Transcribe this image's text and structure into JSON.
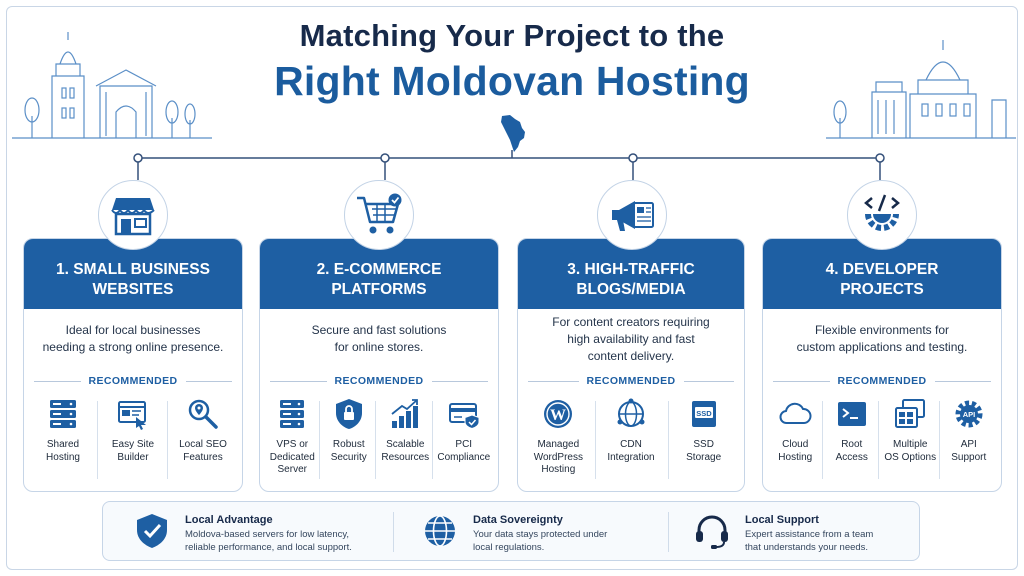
{
  "header": {
    "title_line1": "Matching Your Project to the",
    "title_line2": "Right Moldovan Hosting"
  },
  "colors": {
    "primary_blue": "#1e5fa3",
    "navy": "#172a4a",
    "line": "#c6d5e7"
  },
  "recommended_label": "RECOMMENDED",
  "cards": [
    {
      "icon": "storefront-icon",
      "title_line1": "1. SMALL BUSINESS",
      "title_line2": "WEBSITES",
      "desc_line1": "Ideal for local businesses",
      "desc_line2": "needing a strong online presence.",
      "desc_line3": "",
      "features": [
        {
          "icon": "server-stack-icon",
          "line1": "Shared",
          "line2": "Hosting",
          "line3": ""
        },
        {
          "icon": "site-builder-icon",
          "line1": "Easy Site",
          "line2": "Builder",
          "line3": ""
        },
        {
          "icon": "local-seo-search-icon",
          "line1": "Local SEO",
          "line2": "Features",
          "line3": ""
        }
      ]
    },
    {
      "icon": "shopping-cart-icon",
      "title_line1": "2. E-COMMERCE",
      "title_line2": "PLATFORMS",
      "desc_line1": "Secure and fast solutions",
      "desc_line2": "for online stores.",
      "desc_line3": "",
      "features": [
        {
          "icon": "dedicated-server-icon",
          "line1": "VPS or",
          "line2": "Dedicated",
          "line3": "Server"
        },
        {
          "icon": "security-shield-lock-icon",
          "line1": "Robust",
          "line2": "Security",
          "line3": ""
        },
        {
          "icon": "scalable-bars-icon",
          "line1": "Scalable",
          "line2": "Resources",
          "line3": ""
        },
        {
          "icon": "pci-card-icon",
          "line1": "PCI",
          "line2": "Compliance",
          "line3": ""
        }
      ]
    },
    {
      "icon": "megaphone-icon",
      "title_line1": "3. HIGH-TRAFFIC",
      "title_line2": "BLOGS/MEDIA",
      "desc_line1": "For content creators requiring",
      "desc_line2": "high availability and fast",
      "desc_line3": "content delivery.",
      "features": [
        {
          "icon": "wordpress-icon",
          "line1": "Managed",
          "line2": "WordPress",
          "line3": "Hosting"
        },
        {
          "icon": "cdn-globe-icon",
          "line1": "CDN",
          "line2": "Integration",
          "line3": ""
        },
        {
          "icon": "ssd-storage-icon",
          "line1": "SSD",
          "line2": "Storage",
          "line3": ""
        }
      ]
    },
    {
      "icon": "code-gear-icon",
      "title_line1": "4. DEVELOPER",
      "title_line2": "PROJECTS",
      "desc_line1": "Flexible environments for",
      "desc_line2": "custom applications and testing.",
      "desc_line3": "",
      "features": [
        {
          "icon": "cloud-icon",
          "line1": "Cloud",
          "line2": "Hosting",
          "line3": ""
        },
        {
          "icon": "terminal-icon",
          "line1": "Root",
          "line2": "Access",
          "line3": ""
        },
        {
          "icon": "multiple-windows-icon",
          "line1": "Multiple",
          "line2": "OS Options",
          "line3": ""
        },
        {
          "icon": "api-gear-icon",
          "line1": "API",
          "line2": "Support",
          "line3": ""
        }
      ]
    }
  ],
  "ssd_badge": "SSD",
  "api_badge": "API",
  "banner": [
    {
      "icon": "check-shield-icon",
      "title": "Local Advantage",
      "line1": "Moldova-based servers for low latency,",
      "line2": "reliable performance, and local support."
    },
    {
      "icon": "globe-icon",
      "title": "Data Sovereignty",
      "line1": "Your data stays protected under",
      "line2": "local regulations."
    },
    {
      "icon": "headset-icon",
      "title": "Local Support",
      "line1": "Expert assistance from a team",
      "line2": "that understands your needs."
    }
  ]
}
